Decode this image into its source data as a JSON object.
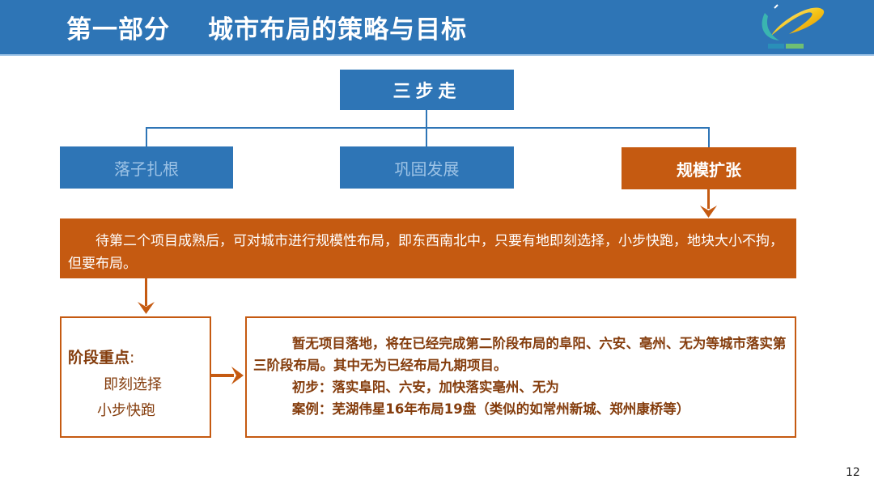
{
  "header": {
    "title": "第一部分    城市布局的策略与目标",
    "logo_icon": "company-logo-icon"
  },
  "diagram": {
    "root": {
      "label": "三步走"
    },
    "steps": [
      {
        "label": "落子扎根",
        "active": false
      },
      {
        "label": "巩固发展",
        "active": false
      },
      {
        "label": "规模扩张",
        "active": true
      }
    ],
    "description": "待第二个项目成熟后，可对城市进行规模性布局，即东西南北中，只要有地即刻选择，小步快跑，地块大小不拘，但要布局。",
    "focus": {
      "title": "阶段重点",
      "colon": ":",
      "items": [
        "即刻选择",
        "小步快跑"
      ]
    },
    "details": {
      "paragraph": "暂无项目落地，将在已经完成第二阶段布局的阜阳、六安、亳州、无为等城市落实第三阶段布局。其中无为已经布局九期项目。",
      "initial": "初步：落实阜阳、六安，加快落实亳州、无为",
      "case": "案例：芜湖伟星16年布局19盘（类似的如常州新城、郑州康桥等）"
    }
  },
  "colors": {
    "blue": "#2e75b6",
    "orange": "#c55a11",
    "brown_text": "#843c0c",
    "light_blue_text": "#9dc3e6"
  },
  "page_number": "12"
}
